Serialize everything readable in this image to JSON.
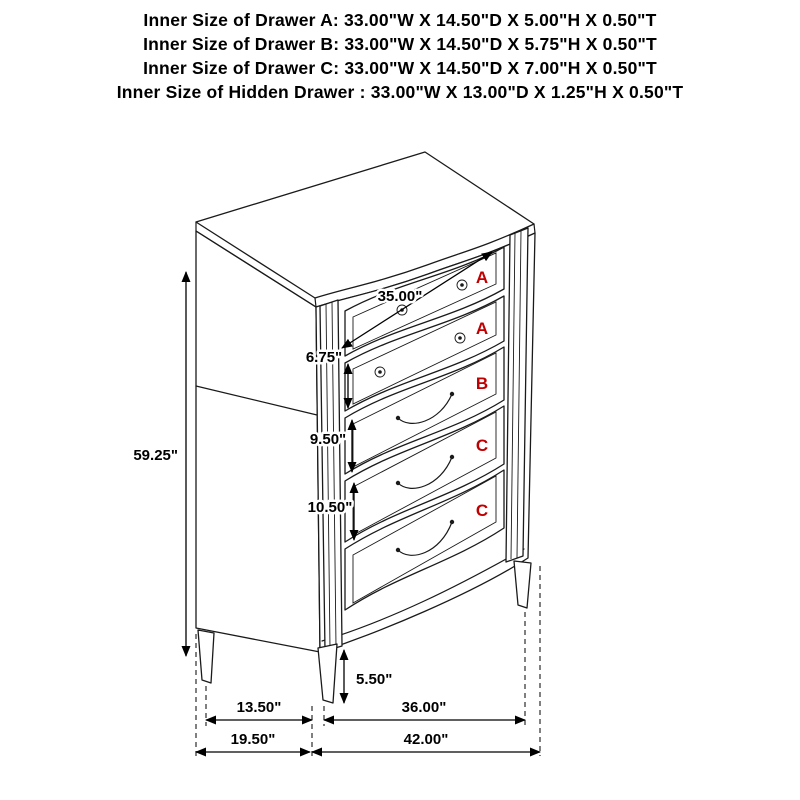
{
  "header": {
    "lines": [
      "Inner Size of Drawer A: 33.00\"W X 14.50\"D X 5.00\"H X 0.50\"T",
      "Inner Size of Drawer B: 33.00\"W X 14.50\"D X 5.75\"H X 0.50\"T",
      "Inner Size of Drawer C: 33.00\"W X 14.50\"D X 7.00\"H X 0.50\"T",
      "Inner Size of Hidden Drawer : 33.00\"W X 13.00\"D X 1.25\"H X 0.50\"T"
    ]
  },
  "diagram": {
    "type": "furniture-dimension-diagram",
    "item": "5-drawer serpentine chest",
    "label_color": "#c00000",
    "line_color": "#1a1a1a",
    "drawer_labels": [
      "A",
      "A",
      "B",
      "C",
      "C"
    ],
    "dimensions": {
      "overall_height": "59.25\"",
      "drawer_width": "35.00\"",
      "drawer_a_height": "6.75\"",
      "drawer_b_height": "9.50\"",
      "drawer_c_height": "10.50\"",
      "leg_height": "5.50\"",
      "side_depth_inner": "13.50\"",
      "front_width_inner": "36.00\"",
      "side_depth_overall": "19.50\"",
      "front_width_overall": "42.00\""
    }
  }
}
